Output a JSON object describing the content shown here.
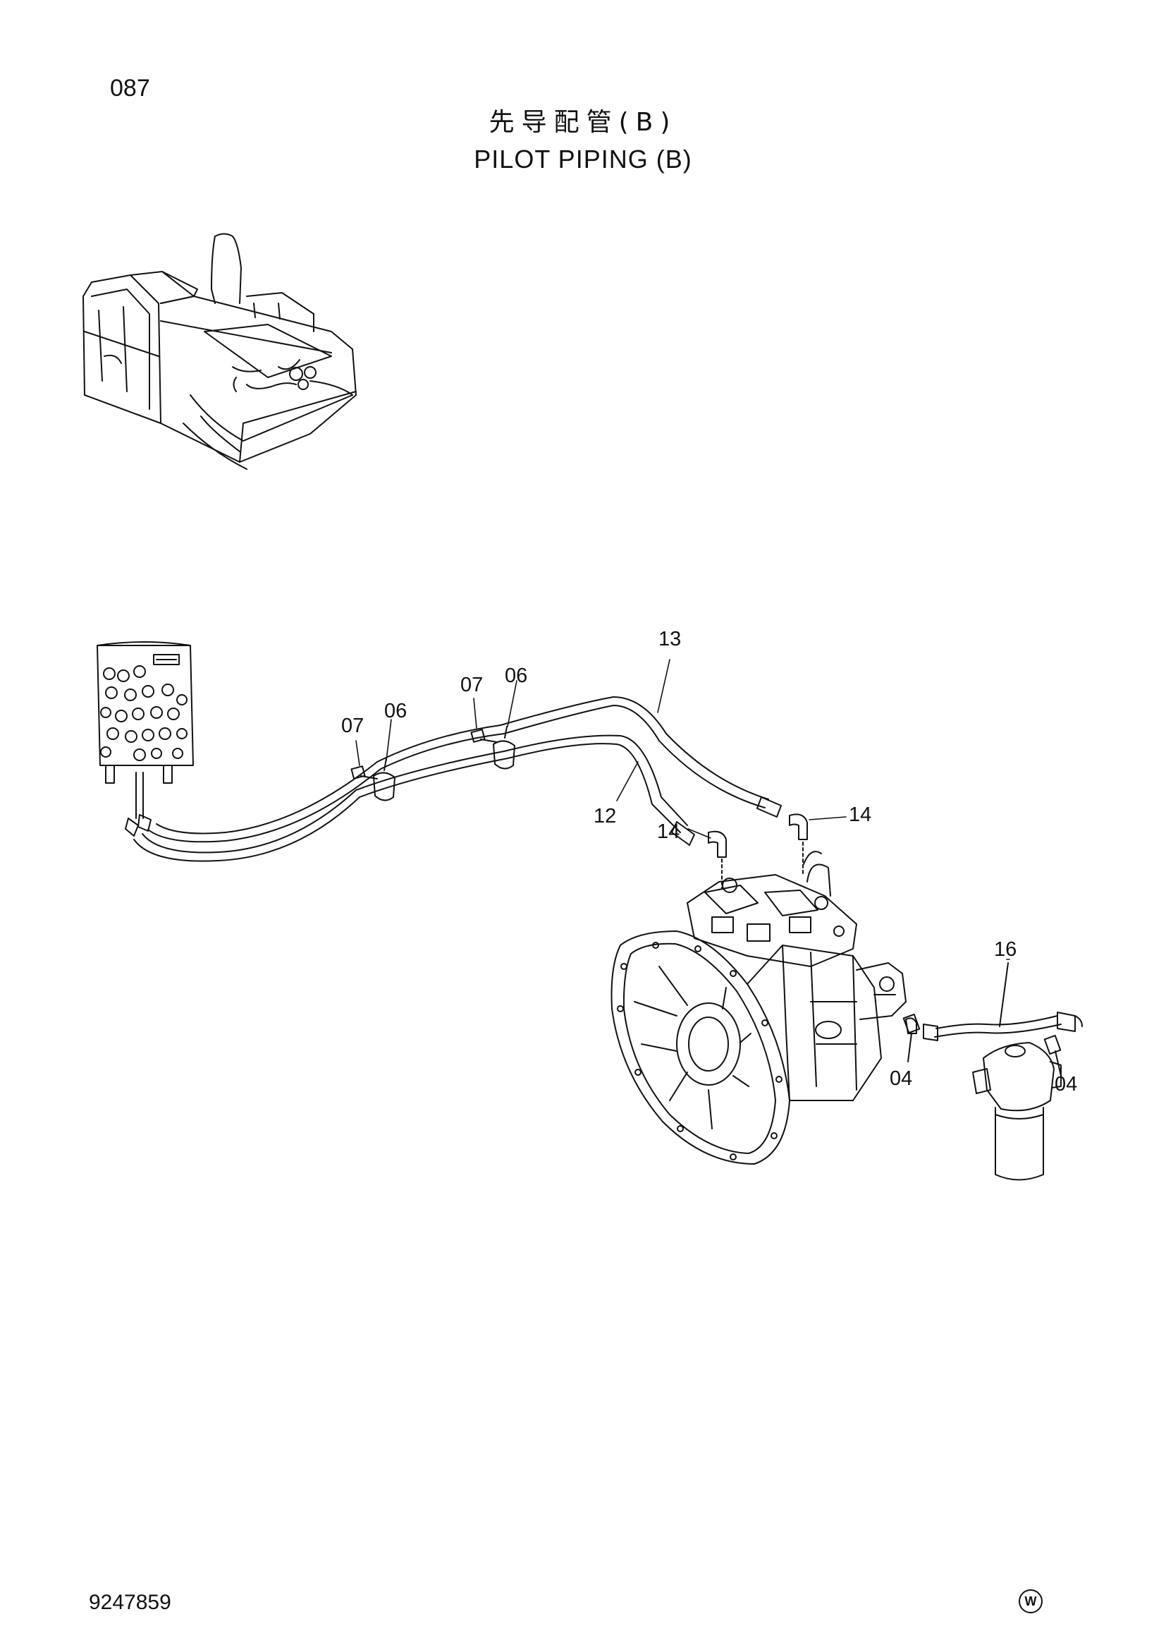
{
  "header": {
    "page_number": "087",
    "title_cn": "先导配管(B)",
    "title_en": "PILOT PIPING (B)"
  },
  "footer": {
    "doc_number": "9247859",
    "mark": "W"
  },
  "callouts": {
    "c13": "13",
    "c07a": "07",
    "c06a": "06",
    "c07b": "07",
    "c06b": "06",
    "c12": "12",
    "c14a": "14",
    "c14b": "14",
    "c16": "16",
    "c04a": "04",
    "c04b": "04"
  }
}
